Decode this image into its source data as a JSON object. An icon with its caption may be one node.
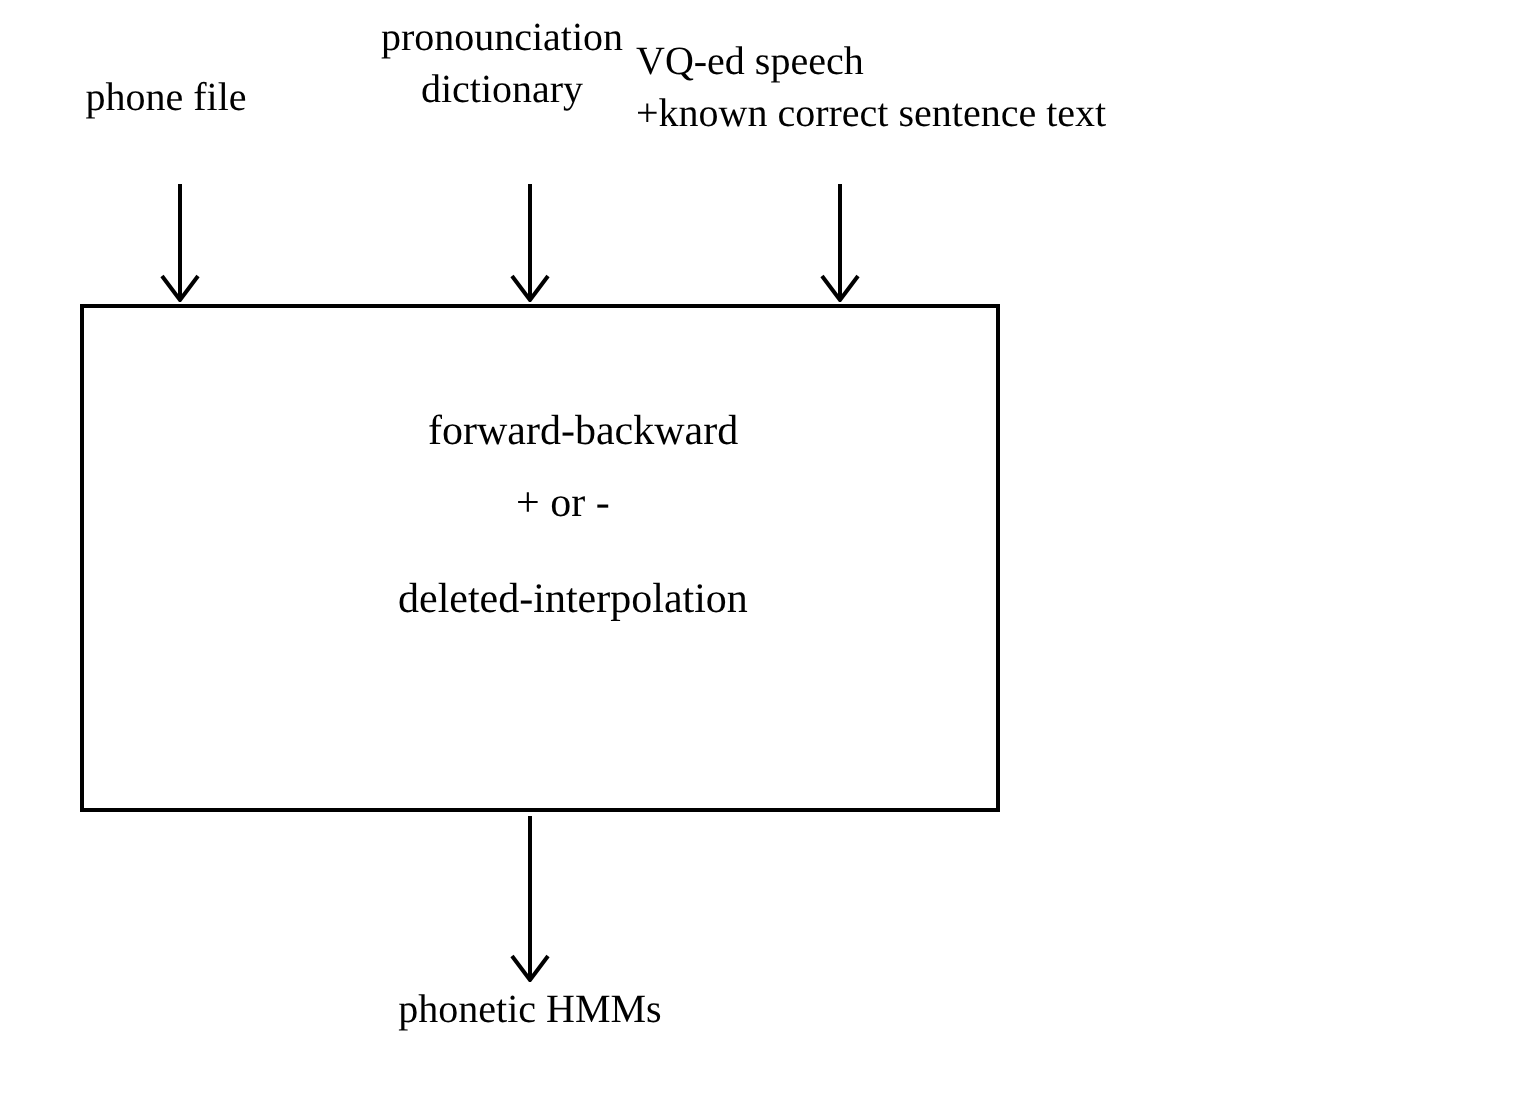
{
  "diagram": {
    "nodes": [
      {
        "text": [
          "phone file"
        ]
      },
      {
        "text": [
          "pronounciation dictionary"
        ]
      },
      {
        "text": [
          "VQ-ed speech",
          "+known correct sentence text"
        ]
      },
      {
        "text": [
          "forward-backward",
          "+ or -",
          "deleted-interpolation"
        ]
      },
      {
        "text": [
          "phonetic HMMs"
        ]
      }
    ],
    "edges": [
      {
        "from": 0,
        "to": 3,
        "arrow": "to"
      },
      {
        "from": 1,
        "to": 3,
        "arrow": "to"
      },
      {
        "from": 2,
        "to": 3,
        "arrow": "to"
      },
      {
        "from": 3,
        "to": 4,
        "arrow": "to"
      }
    ]
  }
}
